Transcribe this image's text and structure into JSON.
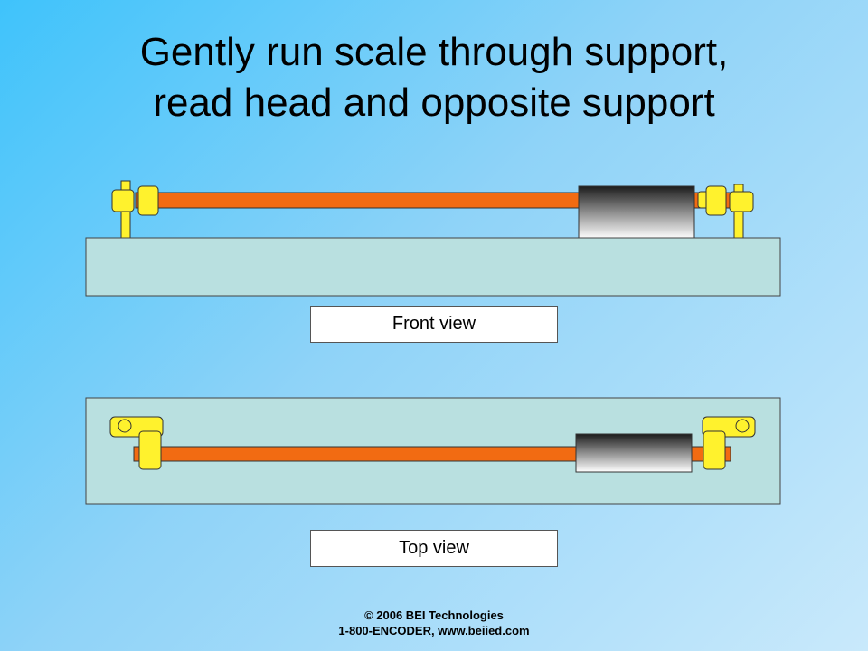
{
  "slide": {
    "title_line1": "Gently run scale through support,",
    "title_line2": "read head and opposite support"
  },
  "labels": {
    "front_view": "Front view",
    "top_view": "Top view"
  },
  "footer": {
    "line1": "© 2006 BEI Technologies",
    "line2": "1-800-ENCODER,  www.beiied.com"
  },
  "colors": {
    "base_plate": "#b9e0e0",
    "scale": "#f26b12",
    "support": "#fff22d",
    "read_head_dark": "#1c1c1c",
    "read_head_light": "#ffffff"
  }
}
